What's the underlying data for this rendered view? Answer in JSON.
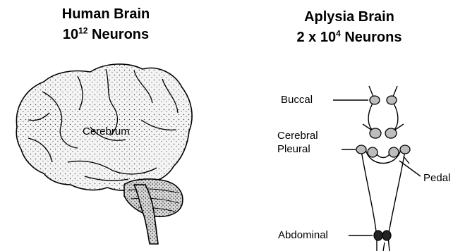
{
  "human": {
    "title_line1": "Human Brain",
    "neurons_base": "10",
    "neurons_exp": "12",
    "neurons_unit": "Neurons",
    "region_label": "Cerebrum"
  },
  "aplysia": {
    "title_line1": "Aplysia Brain",
    "neurons_base": "2 x 10",
    "neurons_exp": "4",
    "neurons_unit": "Neurons",
    "ganglia": {
      "buccal": "Buccal",
      "cerebral": "Cerebral",
      "pleural": "Pleural",
      "pedal": "Pedal",
      "abdominal": "Abdominal"
    }
  }
}
